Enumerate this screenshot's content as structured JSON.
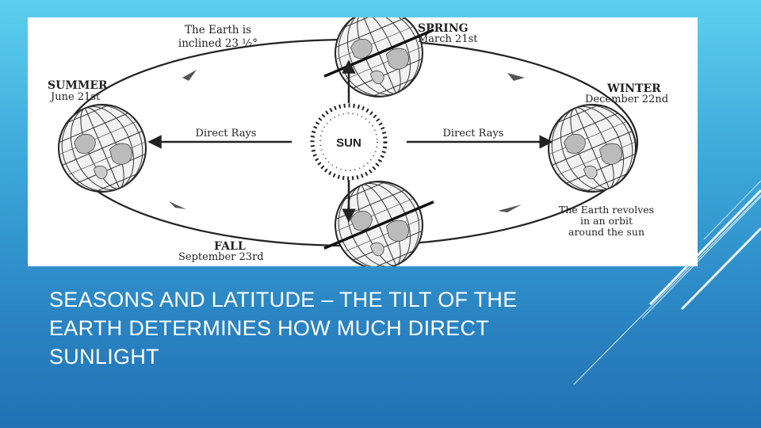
{
  "slide": {
    "title": "SEASONS AND LATITUDE – THE TILT OF THE EARTH DETERMINES HOW MUCH DIRECT SUNLIGHT"
  },
  "diagram": {
    "tilt_note": {
      "line1": "The Earth is",
      "line2": "inclined 23 ½°"
    },
    "spring": {
      "label": "SPRING",
      "date": "March 21st"
    },
    "summer": {
      "label": "SUMMER",
      "date": "June 21st"
    },
    "winter": {
      "label": "WINTER",
      "date": "December 22nd"
    },
    "fall": {
      "label": "FALL",
      "date": "September 23rd"
    },
    "sun_label": "SUN",
    "direct_rays_left": "Direct Rays",
    "direct_rays_right": "Direct Rays",
    "orbit_note": {
      "line1": "The Earth revolves",
      "line2": "in an orbit",
      "line3": "around the sun"
    }
  },
  "colors": {
    "ink": "#222222",
    "title_text": "#ffffff",
    "background_top": "#5ccfee",
    "background_bottom": "#2272b4"
  }
}
